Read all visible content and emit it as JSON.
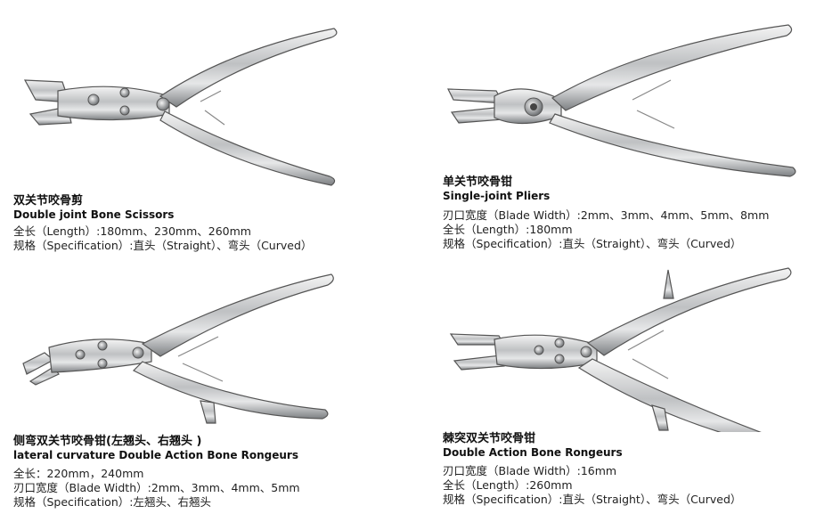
{
  "products": [
    {
      "icon": "double-joint-bone-scissors-icon",
      "name_cn": "双关节咬骨剪",
      "name_en": "Double joint Bone Scissors",
      "specs": [
        "全长（Length）:180mm、230mm、260mm",
        "规格（Specification）:直头（Straight）、弯头（Curved）"
      ]
    },
    {
      "icon": "single-joint-pliers-icon",
      "name_cn": "单关节咬骨钳",
      "name_en": "Single-joint Pliers",
      "specs": [
        "刃口宽度（Blade Width）:2mm、3mm、4mm、5mm、8mm",
        "全长（Length）:180mm",
        "规格（Specification）:直头（Straight）、弯头（Curved）"
      ]
    },
    {
      "icon": "lateral-curvature-rongeur-icon",
      "name_cn": "侧弯双关节咬骨钳(左翘头、右翘头 )",
      "name_en": "lateral curvature Double Action Bone Rongeurs",
      "specs": [
        "全长：220mm，240mm",
        "刃口宽度（Blade Width）:2mm、3mm、4mm、5mm",
        "规格（Specification）:左翘头、右翘头"
      ]
    },
    {
      "icon": "spiked-double-action-rongeur-icon",
      "name_cn": "棘突双关节咬骨钳",
      "name_en": "Double Action Bone Rongeurs",
      "specs": [
        "刃口宽度（Blade Width）:16mm",
        "全长（Length）:260mm",
        "规格（Specification）:直头（Straight）、弯头（Curved）"
      ]
    }
  ]
}
